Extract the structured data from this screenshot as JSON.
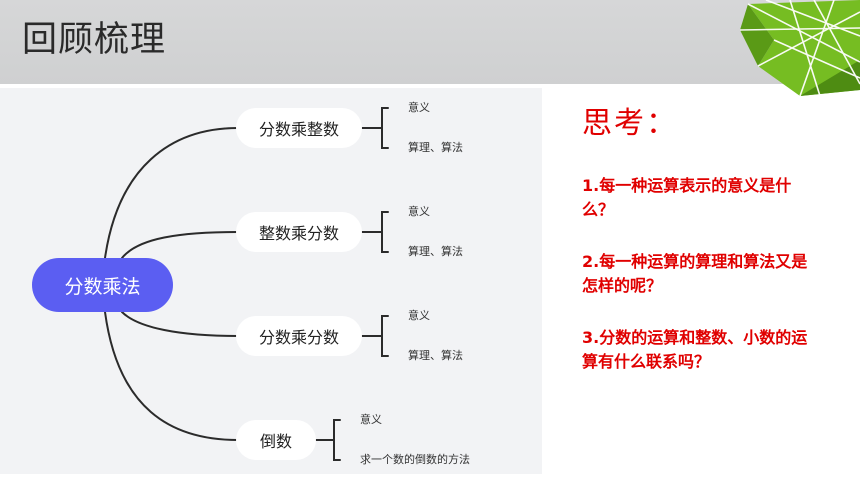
{
  "slide": {
    "title": "回顾梳理"
  },
  "mindmap": {
    "root": "分数乘法",
    "branches": [
      {
        "label": "分数乘整数",
        "leaves": [
          "意义",
          "算理、算法"
        ]
      },
      {
        "label": "整数乘分数",
        "leaves": [
          "意义",
          "算理、算法"
        ]
      },
      {
        "label": "分数乘分数",
        "leaves": [
          "意义",
          "算理、算法"
        ]
      },
      {
        "label": "倒数",
        "leaves": [
          "意义",
          "求一个数的倒数的方法"
        ]
      }
    ]
  },
  "thinking": {
    "title": "思考：",
    "questions": [
      "1.每一种运算表示的意义是什么？",
      "2.每一种运算的算理和算法又是怎样的呢？",
      "3.分数的运算和整数、小数的运算有什么联系吗？"
    ]
  },
  "colors": {
    "root_node": "#5b5ef2",
    "question_text": "#e00000",
    "leaf_green": "#6fb824"
  }
}
